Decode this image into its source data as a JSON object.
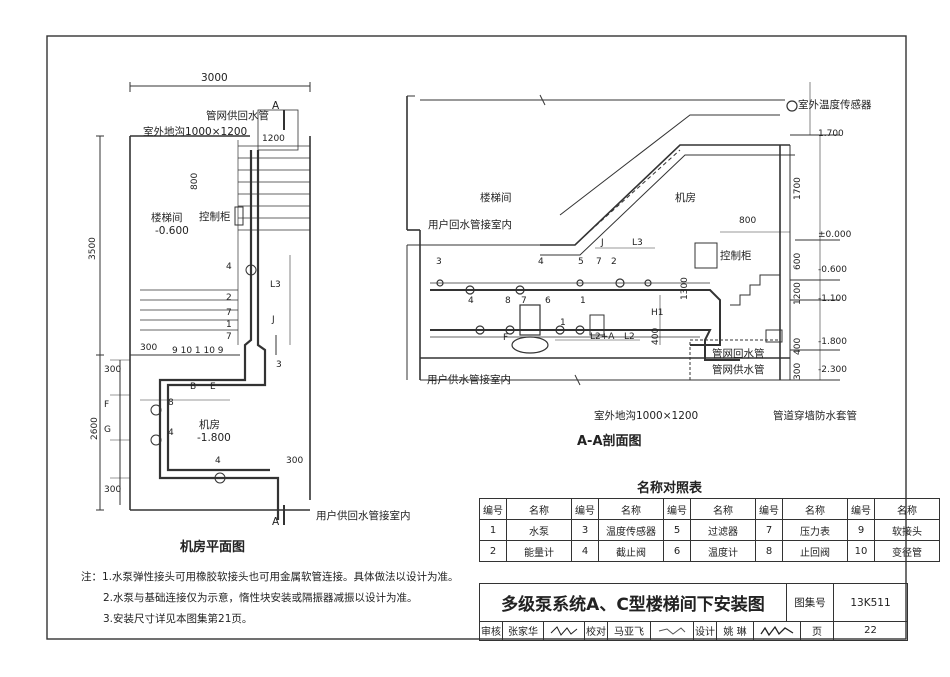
{
  "plan": {
    "title": "机房平面图",
    "dims": {
      "w3000": "3000",
      "h3500": "3500",
      "h2600": "2600",
      "d1200": "1200",
      "d800": "800",
      "d300a": "300",
      "d300b": "300",
      "d300c": "300",
      "d300d": "300",
      "l3": "L3",
      "j": "J",
      "g": "G",
      "f": "F",
      "b": "B",
      "e": "E",
      "numbers": "9 10 1 10 9"
    },
    "labels": {
      "return_pipe": "管网供回水管",
      "trench": "室外地沟1000×1200",
      "stair": "楼梯间",
      "stair_level": "-0.600",
      "control": "控制柜",
      "room": "机房",
      "room_level": "-1.800",
      "user_pipe": "用户供回水管接室内",
      "sec_a_top": "A",
      "sec_a_bot": "A"
    },
    "marks": [
      "4",
      "2",
      "7",
      "1",
      "7",
      "8",
      "4",
      "4",
      "3"
    ]
  },
  "section": {
    "title": "A-A剖面图",
    "labels": {
      "sensor": "室外温度传感器",
      "stair": "楼梯间",
      "room": "机房",
      "user_return": "用户回水管接室内",
      "user_supply": "用户供水管接室内",
      "control": "控制柜",
      "net_return": "管网回水管",
      "net_supply": "管网供水管",
      "trench": "室外地沟1000×1200",
      "sleeve": "管道穿墙防水套管"
    },
    "levels": [
      "1.700",
      "±0.000",
      "-0.600",
      "-1.100",
      "-1.800",
      "-2.300"
    ],
    "dims": {
      "d1700": "1700",
      "d600": "600",
      "d1200": "1200",
      "d400": "400",
      "d300": "300",
      "d800": "800",
      "d1300": "1300",
      "d400b": "400",
      "j": "J",
      "l3": "L3",
      "l2a": "L2+A",
      "l2": "L2",
      "h1": "H1",
      "f": "F"
    },
    "marks": [
      "3",
      "4",
      "5",
      "7",
      "2",
      "4",
      "6",
      "8",
      "7",
      "1",
      "1"
    ]
  },
  "table": {
    "title": "名称对照表",
    "headers": [
      "编号",
      "名称",
      "编号",
      "名称",
      "编号",
      "名称",
      "编号",
      "名称",
      "编号",
      "名称"
    ],
    "rows": [
      [
        "1",
        "水泵",
        "3",
        "温度传感器",
        "5",
        "过滤器",
        "7",
        "压力表",
        "9",
        "软接头"
      ],
      [
        "2",
        "能量计",
        "4",
        "截止阀",
        "6",
        "温度计",
        "8",
        "止回阀",
        "10",
        "变径管"
      ]
    ]
  },
  "notes": [
    "注：1.水泵弹性接头可用橡胶软接头也可用金属软管连接。具体做法以设计为准。",
    "2.水泵与基础连接仅为示意，惰性块安装或隔振器减振以设计为准。",
    "3.安装尺寸详见本图集第21页。"
  ],
  "titleblock": {
    "title": "多级泵系统A、C型楼梯间下安装图",
    "atlas_label": "图集号",
    "atlas_no": "13K511",
    "review_label": "审核",
    "reviewer": "张家华",
    "check_label": "校对",
    "checker": "马亚飞",
    "design_label": "设计",
    "designer": "姚 琳",
    "page_label": "页",
    "page_no": "22"
  }
}
